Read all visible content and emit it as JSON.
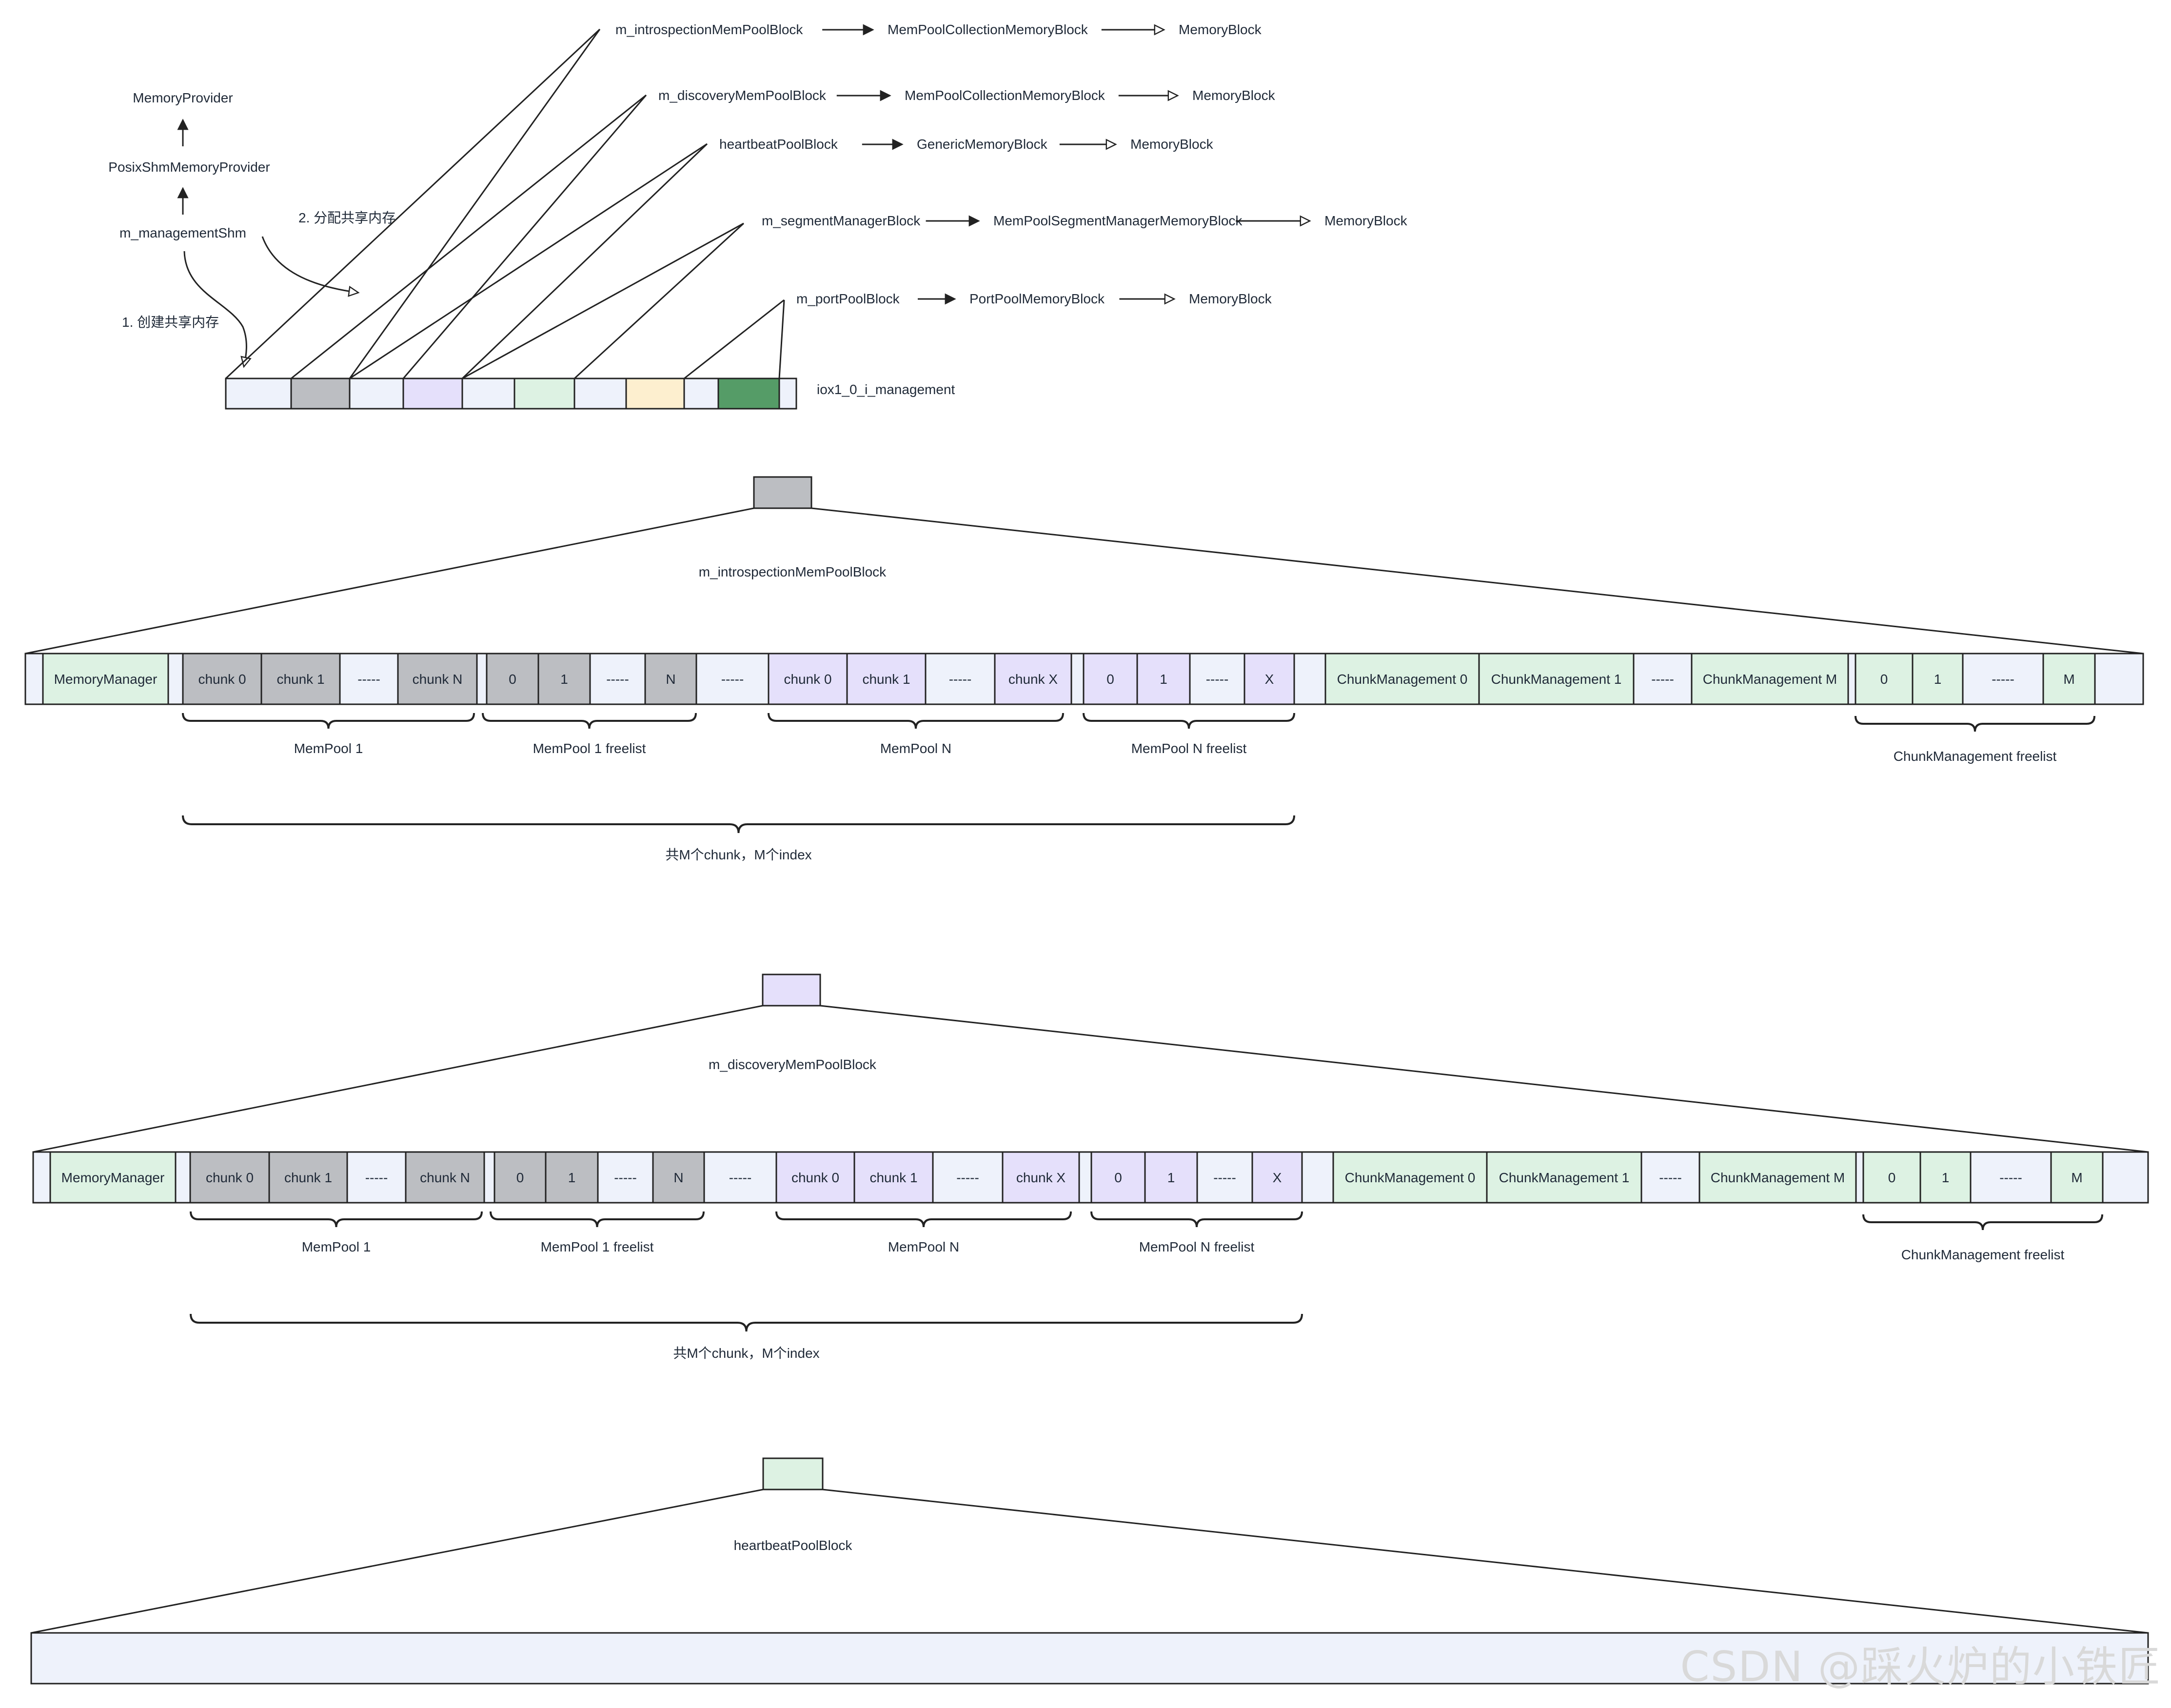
{
  "colors": {
    "base": "#eef2fb",
    "gray": "#bcbec2",
    "lavender": "#e5e0fb",
    "mint": "#ddf2e3",
    "cream": "#fdefcf",
    "green": "#559c67",
    "stroke": "#222222"
  },
  "top": {
    "provider_chain": [
      "MemoryProvider",
      "PosixShmMemoryProvider",
      "m_managementShm"
    ],
    "step1": "1. 创建共享内存",
    "step2": "2. 分配共享内存",
    "segment_name": "iox1_0_i_management",
    "rows": [
      [
        "m_introspectionMemPoolBlock",
        "MemPoolCollectionMemoryBlock",
        "MemoryBlock"
      ],
      [
        "m_discoveryMemPoolBlock",
        "MemPoolCollectionMemoryBlock",
        "MemoryBlock"
      ],
      [
        "heartbeatPoolBlock",
        "GenericMemoryBlock",
        "MemoryBlock"
      ],
      [
        "m_segmentManagerBlock",
        "MemPoolSegmentManagerMemoryBlock",
        "MemoryBlock"
      ],
      [
        "m_portPoolBlock",
        "PortPoolMemoryBlock",
        "MemoryBlock"
      ]
    ]
  },
  "detail1": {
    "title": "m_introspectionMemPoolBlock",
    "cells": [
      "",
      "MemoryManager",
      "",
      "chunk 0",
      "chunk 1",
      "-----",
      "chunk N",
      "",
      "0",
      "1",
      "-----",
      "N",
      "-----",
      "chunk 0",
      "chunk 1",
      "-----",
      "chunk X",
      "",
      "0",
      "1",
      "-----",
      "X",
      "",
      "ChunkManagement 0",
      "ChunkManagement 1",
      "-----",
      "ChunkManagement M",
      "",
      "0",
      "1",
      "-----",
      "M",
      ""
    ],
    "braces": [
      "MemPool 1",
      "MemPool 1 freelist",
      "MemPool N",
      "MemPool N freelist",
      "ChunkManagement freelist"
    ],
    "big_brace": "共M个chunk，M个index"
  },
  "detail2": {
    "title": "m_discoveryMemPoolBlock",
    "cells": [
      "",
      "MemoryManager",
      "",
      "chunk 0",
      "chunk 1",
      "-----",
      "chunk N",
      "",
      "0",
      "1",
      "-----",
      "N",
      "-----",
      "chunk 0",
      "chunk 1",
      "-----",
      "chunk X",
      "",
      "0",
      "1",
      "-----",
      "X",
      "",
      "ChunkManagement 0",
      "ChunkManagement 1",
      "-----",
      "ChunkManagement M",
      "",
      "0",
      "1",
      "-----",
      "M",
      ""
    ],
    "braces": [
      "MemPool 1",
      "MemPool 1 freelist",
      "MemPool N",
      "MemPool N freelist",
      "ChunkManagement freelist"
    ],
    "big_brace": "共M个chunk，M个index"
  },
  "detail3": {
    "title": "heartbeatPoolBlock"
  },
  "watermark": "CSDN @踩火炉的小铁匠"
}
